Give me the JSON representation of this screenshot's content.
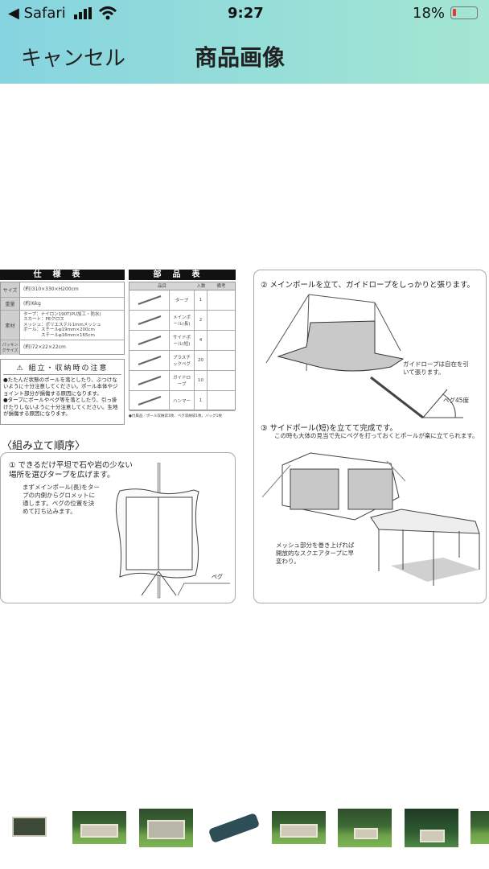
{
  "status_bar": {
    "back_app": "◀ Safari",
    "time": "9:27",
    "battery": "18%",
    "battery_level": 0.18,
    "battery_color": "#e53935"
  },
  "nav": {
    "cancel": "キャンセル",
    "title": "商品画像"
  },
  "spec": {
    "title": "仕様表",
    "rows": [
      {
        "label": "サイズ",
        "value": "(約)310×330×H200cm"
      },
      {
        "label": "重量",
        "value": "(約)6kg"
      },
      {
        "label": "素材",
        "value": "タープ：ナイロン190T(PU加工・防水)\nスカート：PEクロス\nメッシュ：ポリエステル1mmメッシュ\nポール：スチールφ19mm×200cm\n　　　　スチールφ16mm×165cm"
      },
      {
        "label": "パッキングサイズ",
        "value": "(約)72×22×22cm"
      }
    ]
  },
  "caution": {
    "title": "⚠ 組立・収納時の注意",
    "items": [
      "●たたんだ状態のポールを落としたり、ぶつけないように十分注意してください。ポール本体やジョイント部分が損傷する原因になります。",
      "●タープにポールやペグ等を落としたり、引っ掛けたりしないように十分注意してください。生地が損傷する原因になります。"
    ]
  },
  "parts": {
    "title": "部品表",
    "headers": [
      "品目",
      "入数",
      "備考"
    ],
    "rows": [
      {
        "name": "タープ",
        "qty": "1"
      },
      {
        "name": "メインポール(長)",
        "qty": "2"
      },
      {
        "name": "サイドポール(短)",
        "qty": "4"
      },
      {
        "name": "プラスチックペグ",
        "qty": "20"
      },
      {
        "name": "ガイドロープ",
        "qty": "10"
      },
      {
        "name": "ハンマー",
        "qty": "1"
      }
    ],
    "note": "●付属品／ポール収納袋1枚、ペグ収納袋1枚、バッグ1枚"
  },
  "assembly": {
    "heading": "〈組み立て順序〉",
    "step1": {
      "title": "① できるだけ平坦で石や岩の少ない場所を選びタープを広げます。",
      "body": "まずメインポール(長)をタープの内側からグロメットに通します。ペグの位置を決めて打ち込みます。",
      "peg_label": "ペグ"
    },
    "step2": {
      "title": "② メインポールを立て、ガイドロープをしっかりと張ります。",
      "rope_note": "ガイドロープは自在を引いて張ります。",
      "angle_label": "ペグ45度"
    },
    "step3": {
      "title": "③ サイドポール(短)を立てて完成です。",
      "body": "この時も大体の見当で先にペグを打っておくとポールが楽に立てられます。",
      "note": "メッシュ部分を巻き上げれば開放的なスクエアタープに早変わり。"
    }
  },
  "thumbnails": [
    "tent-photo-1",
    "tent-photo-2",
    "tent-photo-3",
    "carry-bag-photo",
    "tent-photo-5",
    "tent-photo-6",
    "tent-photo-7",
    "tent-photo-8"
  ]
}
